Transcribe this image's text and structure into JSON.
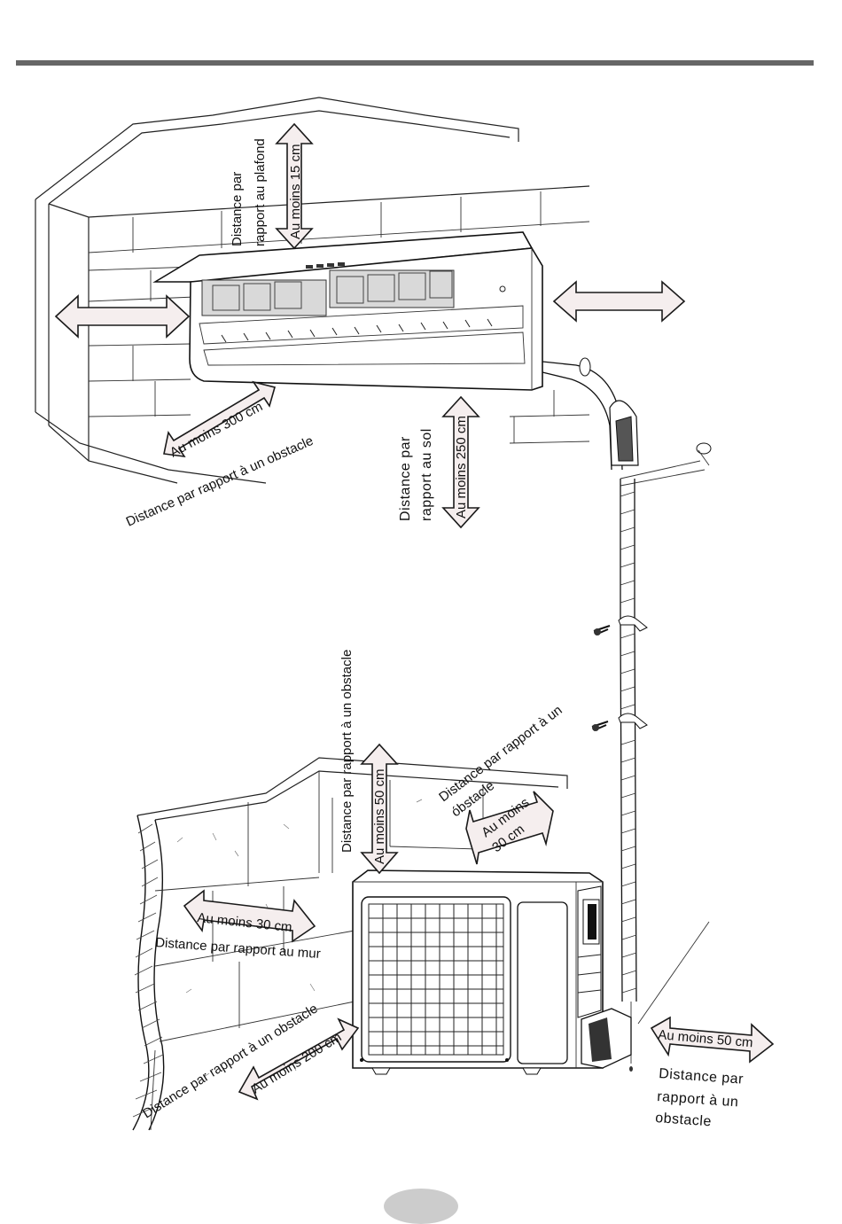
{
  "colors": {
    "rule": "#666666",
    "arrow_fill": "#f5eeee",
    "page_badge": "#cccccc",
    "line": "#111111"
  },
  "labels": {
    "ceiling_title_1": "Distance par",
    "ceiling_title_2": "rapport au plafond",
    "ceiling_value": "Au moins 15 cm",
    "front_value": "Au moins 300 cm",
    "front_title": "Distance par rapport à un obstacle",
    "floor_title_1": "Distance par",
    "floor_title_2": "rapport au sol",
    "floor_value": "Au moins 250 cm",
    "top_title": "Distance par rapport à un obstacle",
    "top_value": "Au moins 50 cm",
    "back_title_1": "Distance par rapport à un",
    "back_title_2": "óbstacle",
    "back_value_1": "Au moins",
    "back_value_2": "30 cm",
    "wall_value": "Au moins 30 cm",
    "wall_title": "Distance par rapport au mur",
    "outdoor_front_title": "Distance par rapport à un obstacle",
    "outdoor_front_value": "Au moins 200 cm",
    "right_value": "Au moins 50 cm",
    "right_title_1": "Distance par",
    "right_title_2": "rapport à un",
    "right_title_3": "obstacle"
  },
  "icons": [
    "double-arrow-icon",
    "screw-icon",
    "pipe-clip-icon"
  ]
}
